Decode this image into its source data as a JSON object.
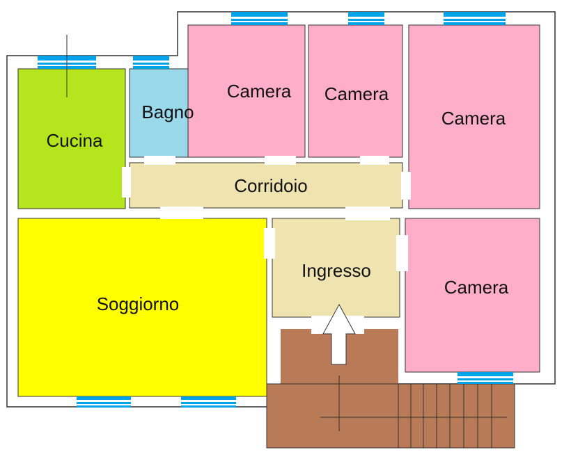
{
  "rooms": {
    "cucina": {
      "label": "Cucina",
      "color": "#b5e51d"
    },
    "bagno": {
      "label": "Bagno",
      "color": "#99d9ea"
    },
    "camera_1": {
      "label": "Camera",
      "color": "#ffaec9"
    },
    "camera_2": {
      "label": "Camera",
      "color": "#ffaec9"
    },
    "camera_3": {
      "label": "Camera",
      "color": "#ffaec9"
    },
    "camera_4": {
      "label": "Camera",
      "color": "#ffaec9"
    },
    "corridoio": {
      "label": "Corridoio",
      "color": "#efe4b0"
    },
    "ingresso": {
      "label": "Ingresso",
      "color": "#efe4b0"
    },
    "soggiorno": {
      "label": "Soggiorno",
      "color": "#ffff00"
    }
  },
  "stairs": {
    "color": "#b97a57"
  },
  "colors": {
    "wall": "#ffffff",
    "wall_outline": "#333333",
    "window_glass": "#00a2e8",
    "door_gap": "#ffffff",
    "entry_arrow": "#ffffff"
  },
  "icons": {
    "entry": "entry-arrow-icon",
    "window": "window-icon"
  }
}
